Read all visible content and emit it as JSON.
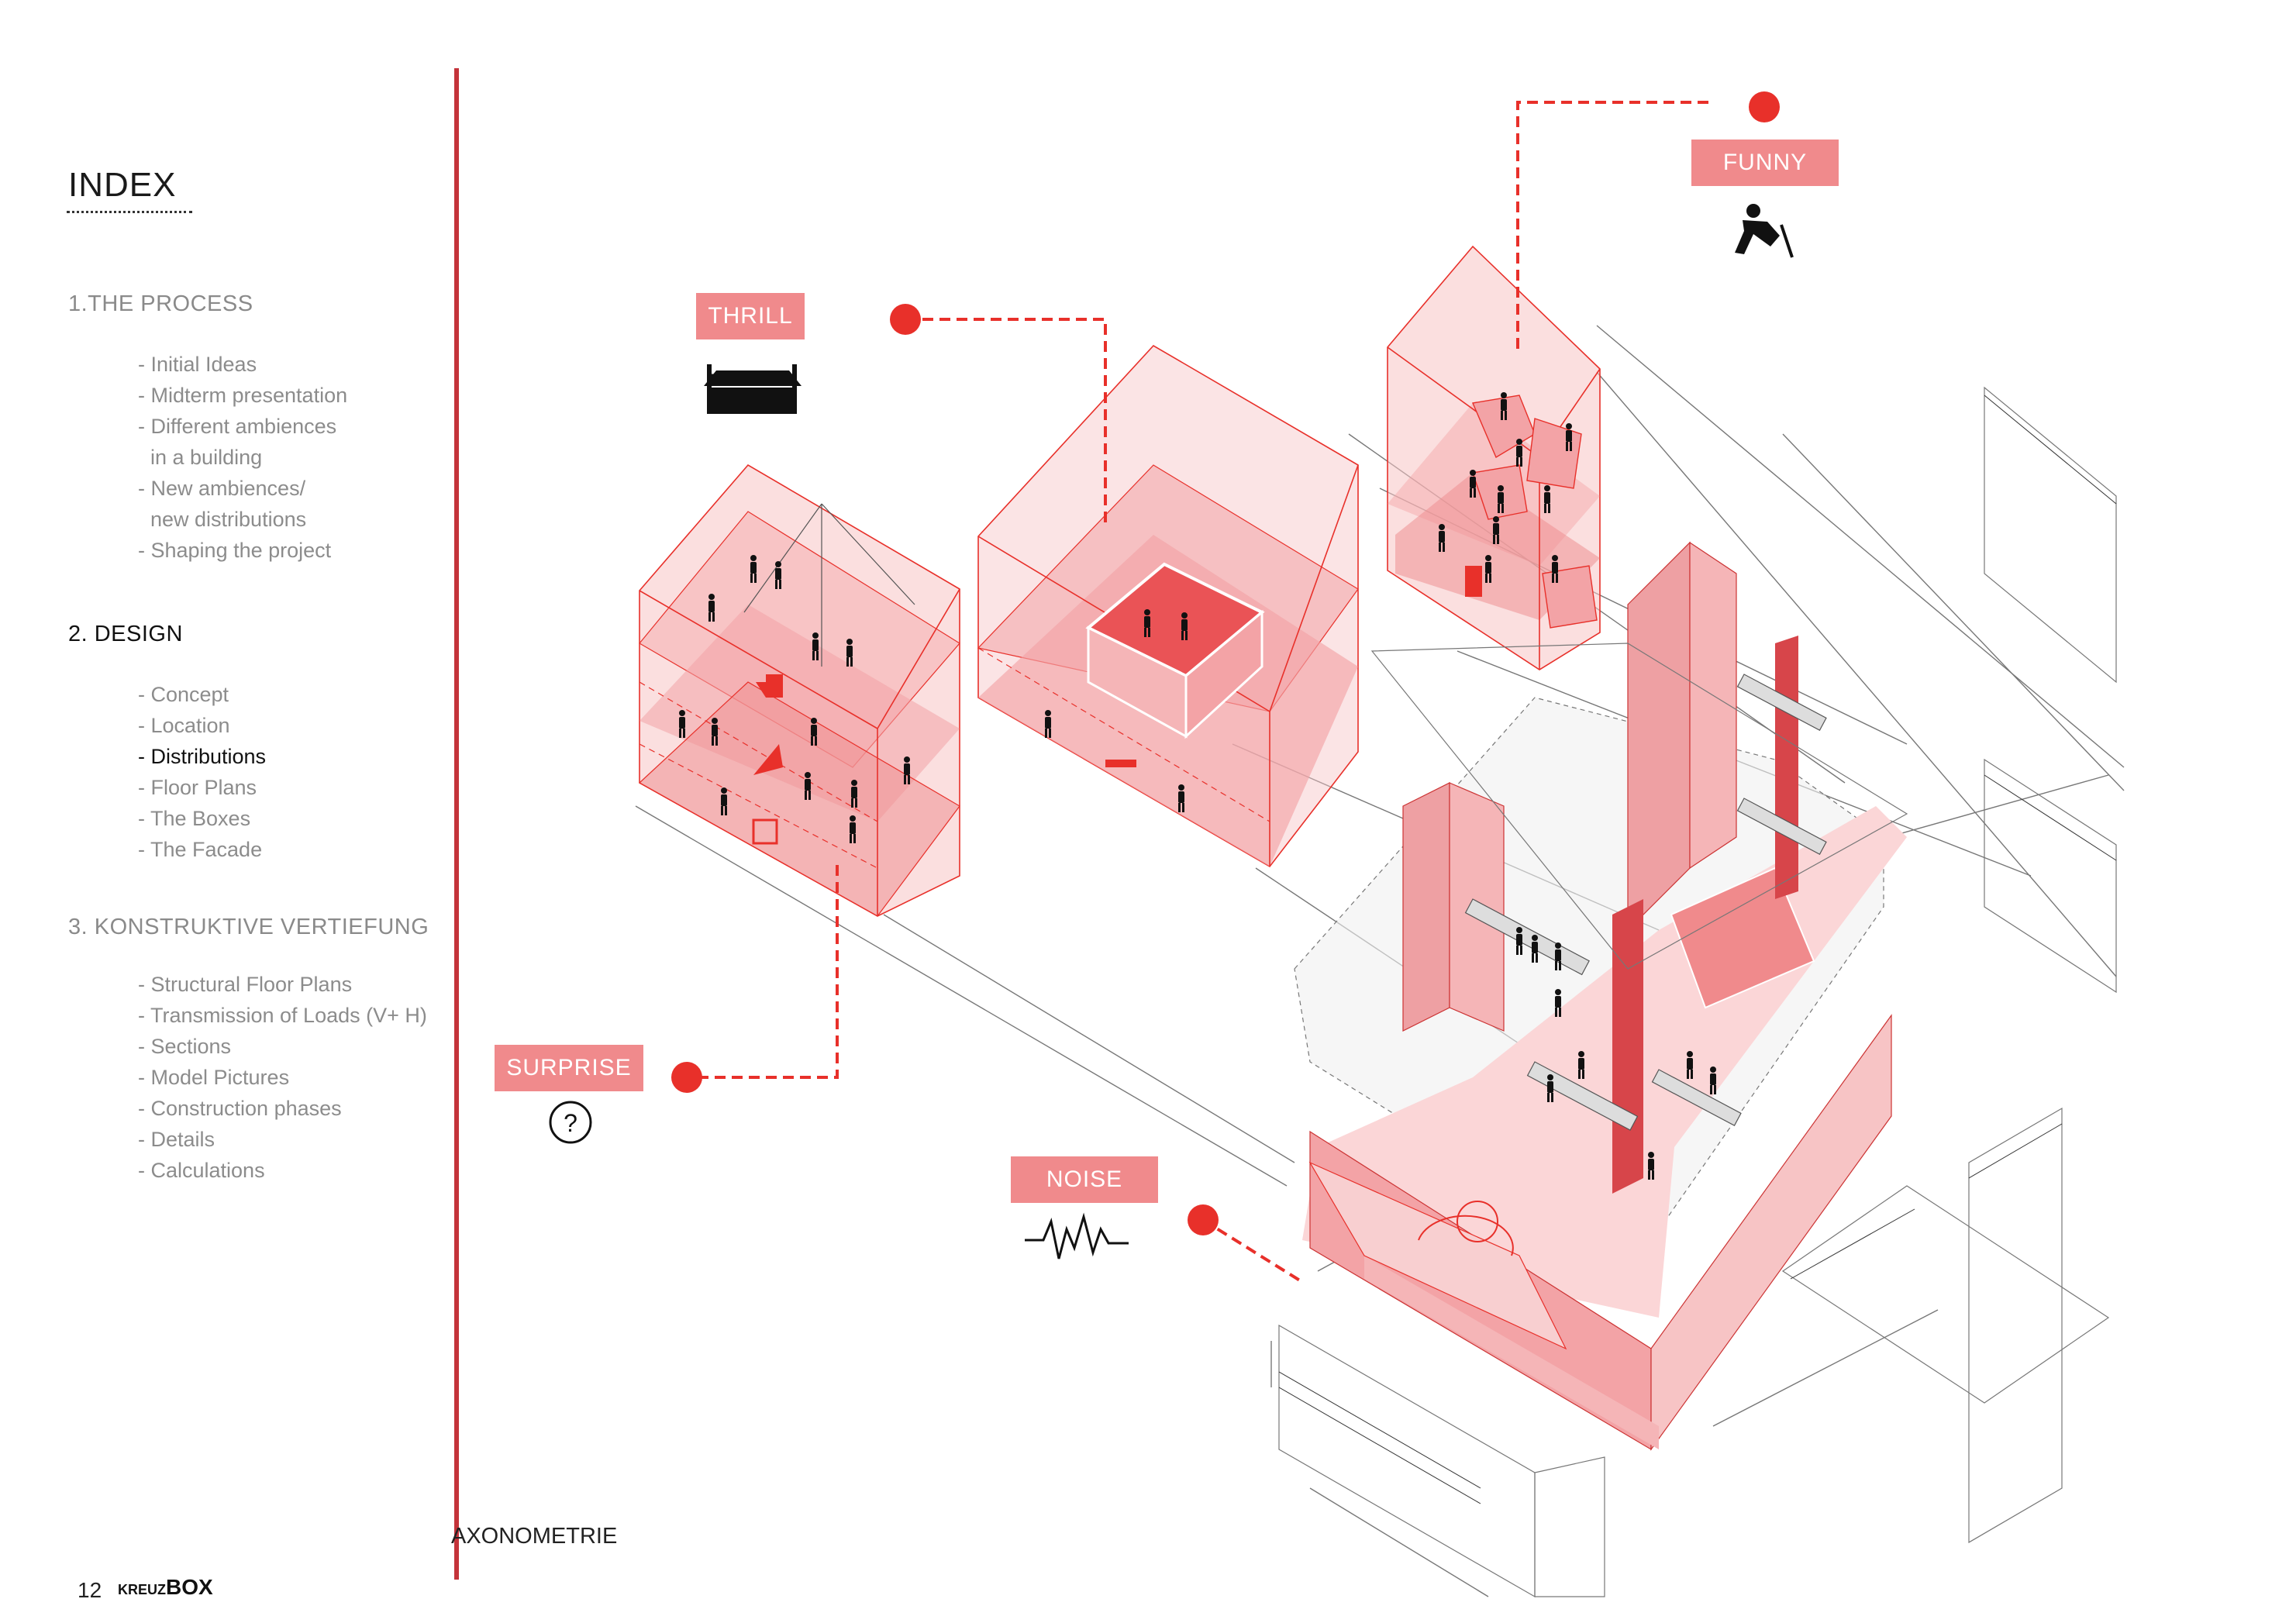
{
  "index": {
    "title": "INDEX",
    "sections": [
      {
        "title": "1.THE PROCESS",
        "items": [
          "- Initial Ideas",
          "- Midterm presentation",
          "- Different ambiences",
          "in a building",
          "- New ambiences/",
          "new distributions",
          "- Shaping the project"
        ]
      },
      {
        "title": "2. DESIGN",
        "items": [
          "- Concept",
          "- Location",
          "- Distributions",
          "- Floor Plans",
          "- The Boxes",
          "- The Facade"
        ]
      },
      {
        "title": "3. KONSTRUKTIVE VERTIEFUNG",
        "items": [
          "- Structural Floor Plans",
          "- Transmission of Loads (V+ H)",
          "- Sections",
          "- Model Pictures",
          "- Construction phases",
          "- Details",
          "- Calculations"
        ]
      }
    ]
  },
  "diagram": {
    "caption": "AXONOMETRIE",
    "labels": {
      "thrill": "THRILL",
      "funny": "FUNNY",
      "surprise": "SURPRISE",
      "noise": "NOISE"
    },
    "accent_color": "#e8302a",
    "tag_color": "#f08a8c",
    "box_fill": "#f3a3a6"
  },
  "footer": {
    "page_number": "12",
    "brand_small": "KREUZ",
    "brand_big": "BOX"
  }
}
